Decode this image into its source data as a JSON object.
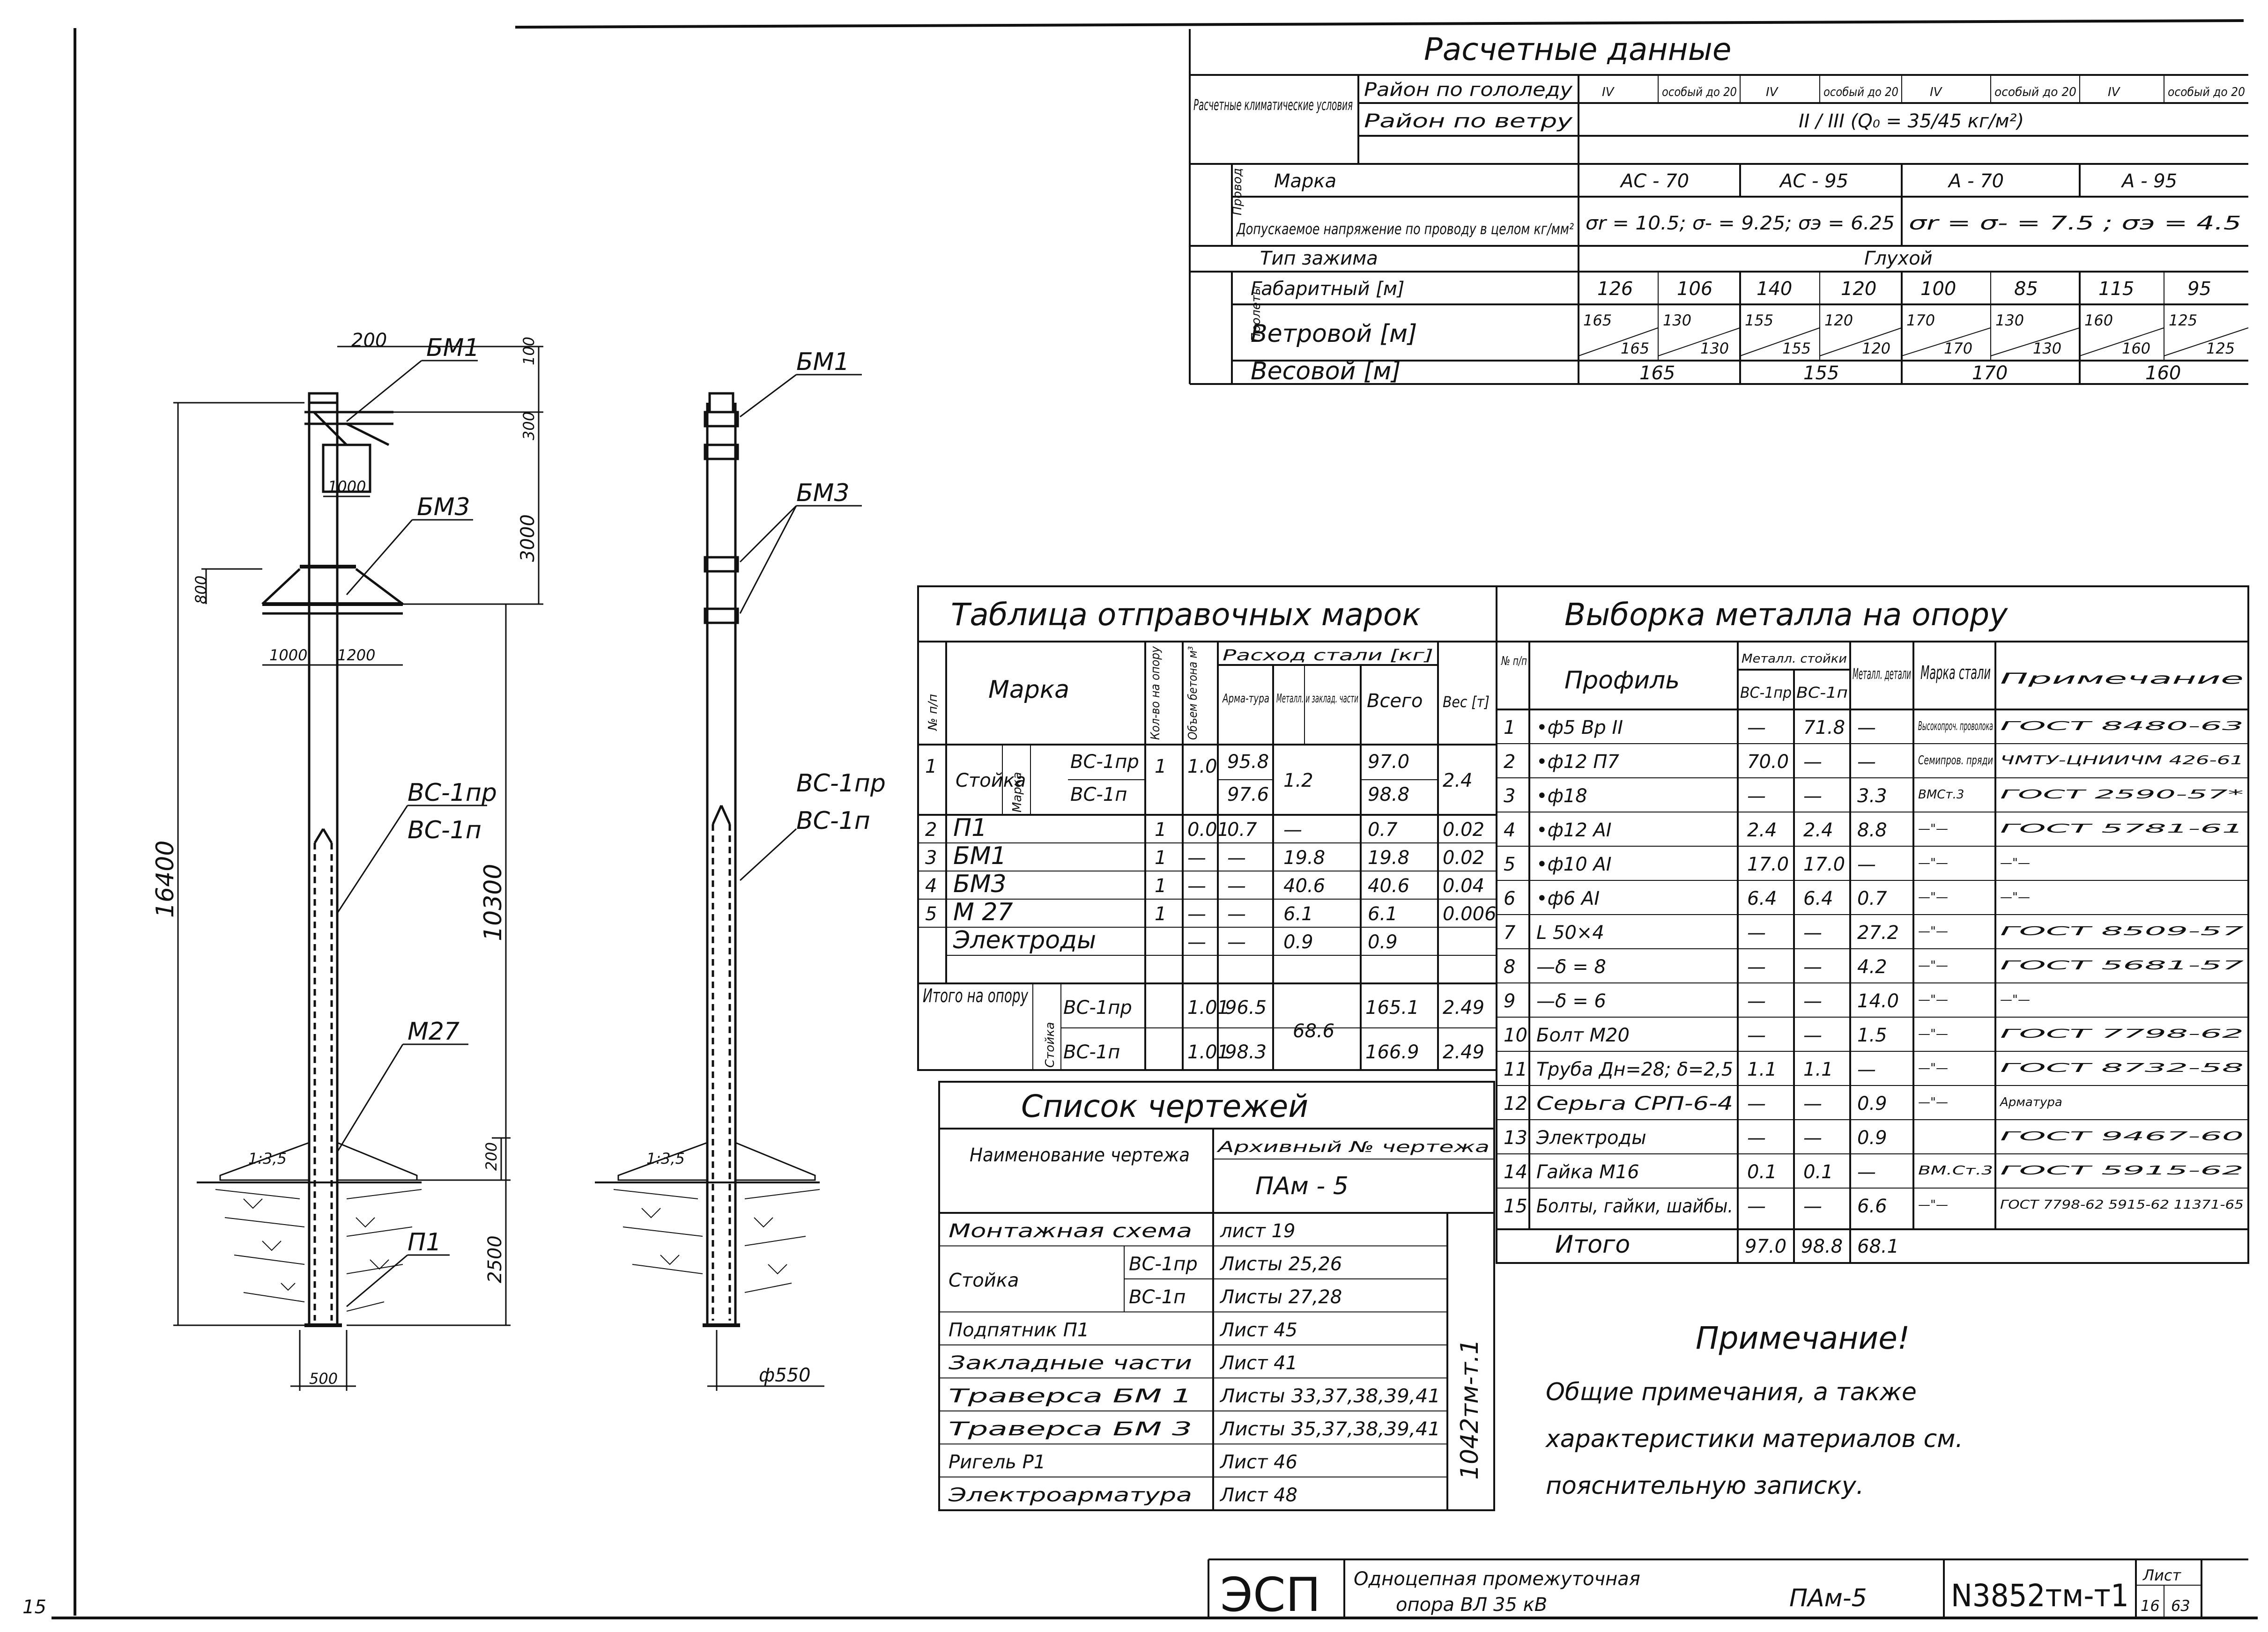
{
  "calc": {
    "title": "Расчетные данные",
    "climatic": "Расчетные климатические условия",
    "ice_region": "Район по гололеду",
    "wind_region": "Район по ветру",
    "ice_cols": [
      "IV",
      "особый до 20",
      "IV",
      "особый до 20",
      "IV",
      "особый до 20",
      "IV",
      "особый до 20"
    ],
    "wind_value": "II / III (Q₀ = 35/45 кг/м²)",
    "wire_section": "Провод",
    "span_section": "Пролеты",
    "brand_label": "Марка",
    "brands": [
      "АС - 70",
      "АС - 95",
      "А - 70",
      "А - 95"
    ],
    "stress_label": "Допускаемое напряжение по проводу в целом кг/мм²",
    "stress_ac": "σr = 10.5; σ- = 9.25; σэ = 6.25",
    "stress_a": "σr = σ- = 7.5 ; σэ = 4.5",
    "clamp_label": "Тип зажима",
    "clamp_value": "Глухой",
    "gab_label": "Габаритный [м]",
    "gab": [
      "126",
      "106",
      "140",
      "120",
      "100",
      "85",
      "115",
      "95"
    ],
    "wind_label": "Ветровой [м]",
    "wind_top": [
      "165",
      "130",
      "155",
      "120",
      "170",
      "130",
      "160",
      "125"
    ],
    "wind_bot": [
      "165",
      "130",
      "155",
      "120",
      "170",
      "130",
      "160",
      "125"
    ],
    "weight_label": "Весовой [м]",
    "weight": [
      "165",
      "155",
      "170",
      "160"
    ]
  },
  "drawing": {
    "labels": {
      "bm1": "БМ1",
      "bm3": "БМ3",
      "p1": "П1",
      "m27": "М27",
      "vc1np": "ВС-1пр",
      "vc1n": "ВС-1п",
      "slope": "1:3,5",
      "diam": "ф550"
    },
    "dims": {
      "d200": "200",
      "d100": "100",
      "d300": "300",
      "d1000a": "1000",
      "d3000": "3000",
      "d800": "800",
      "d1000b": "1000",
      "d1200": "1200",
      "d16400": "16400",
      "d10300": "10300",
      "d200b": "200",
      "d2500": "2500",
      "d500": "500"
    }
  },
  "dispatch": {
    "title": "Таблица отправочных марок",
    "headers": {
      "n": "№ п/п",
      "brand": "Марка",
      "qty": "Кол-во на опору",
      "vol": "Объем бетона м³",
      "steel": "Расход стали [кг]",
      "arm": "Арма-тура",
      "metal": "Металл. и заклад. части",
      "total": "Всего",
      "mass": "Вес [т]"
    },
    "stand": "Стойка",
    "brand_word": "Марка",
    "rows": [
      {
        "n": "1",
        "b": "ВС-1пр",
        "q": "1",
        "v": "1.0",
        "a": "95.8",
        "m": "1.2",
        "t": "97.0",
        "w": "2.4"
      },
      {
        "n": "",
        "b": "ВС-1п",
        "q": "",
        "v": "",
        "a": "97.6",
        "m": "",
        "t": "98.8",
        "w": ""
      },
      {
        "n": "2",
        "b": "П1",
        "q": "1",
        "v": "0.01",
        "a": "0.7",
        "m": "—",
        "t": "0.7",
        "w": "0.02"
      },
      {
        "n": "3",
        "b": "БМ1",
        "q": "1",
        "v": "—",
        "a": "—",
        "m": "19.8",
        "t": "19.8",
        "w": "0.02"
      },
      {
        "n": "4",
        "b": "БМ3",
        "q": "1",
        "v": "—",
        "a": "—",
        "m": "40.6",
        "t": "40.6",
        "w": "0.04"
      },
      {
        "n": "5",
        "b": "М 27",
        "q": "1",
        "v": "—",
        "a": "—",
        "m": "6.1",
        "t": "6.1",
        "w": "0.006"
      },
      {
        "n": "",
        "b": "Электроды",
        "q": "",
        "v": "—",
        "a": "—",
        "m": "0.9",
        "t": "0.9",
        "w": ""
      }
    ],
    "total_label": "Итого на опору",
    "total_stand": "Стойка",
    "totals": [
      {
        "b": "ВС-1пр",
        "v": "1.01",
        "a": "96.5",
        "m": "68.6",
        "t": "165.1",
        "w": "2.49"
      },
      {
        "b": "ВС-1п",
        "v": "1.01",
        "a": "98.3",
        "m": "",
        "t": "166.9",
        "w": "2.49"
      }
    ]
  },
  "metal": {
    "title": "Выборка металла на опору",
    "headers": {
      "n": "№ п/п",
      "profile": "Профиль",
      "stand_metal": "Металл. стойки",
      "vc1np": "ВС-1пр",
      "vc1n": "ВС-1п",
      "metal_parts": "Металл. детали",
      "steel": "Марка стали",
      "note": "Примечание"
    },
    "rows": [
      {
        "n": "1",
        "p": "•ф5 Вр II",
        "a": "—",
        "b": "71.8",
        "c": "—",
        "s": "Высокопроч. проволока",
        "r": "ГОСТ 8480-63"
      },
      {
        "n": "2",
        "p": "•ф12 П7",
        "a": "70.0",
        "b": "—",
        "c": "—",
        "s": "Семипров. пряди",
        "r": "ЧМТУ-ЦНИИЧМ 426-61"
      },
      {
        "n": "3",
        "p": "•ф18",
        "a": "—",
        "b": "—",
        "c": "3.3",
        "s": "ВМСт.3",
        "r": "ГОСТ 2590-57*"
      },
      {
        "n": "4",
        "p": "•ф12 АI",
        "a": "2.4",
        "b": "2.4",
        "c": "8.8",
        "s": "—\"—",
        "r": "ГОСТ 5781-61"
      },
      {
        "n": "5",
        "p": "•ф10 АI",
        "a": "17.0",
        "b": "17.0",
        "c": "—",
        "s": "—\"—",
        "r": "—\"—"
      },
      {
        "n": "6",
        "p": "•ф6 АI",
        "a": "6.4",
        "b": "6.4",
        "c": "0.7",
        "s": "—\"—",
        "r": "—\"—"
      },
      {
        "n": "7",
        "p": "L 50×4",
        "a": "—",
        "b": "—",
        "c": "27.2",
        "s": "—\"—",
        "r": "ГОСТ 8509-57"
      },
      {
        "n": "8",
        "p": "—δ = 8",
        "a": "—",
        "b": "—",
        "c": "4.2",
        "s": "—\"—",
        "r": "ГОСТ 5681-57"
      },
      {
        "n": "9",
        "p": "—δ = 6",
        "a": "—",
        "b": "—",
        "c": "14.0",
        "s": "—\"—",
        "r": "—\"—"
      },
      {
        "n": "10",
        "p": "Болт М20",
        "a": "—",
        "b": "—",
        "c": "1.5",
        "s": "—\"—",
        "r": "ГОСТ 7798-62"
      },
      {
        "n": "11",
        "p": "Труба Дн=28; δ=2,5",
        "a": "1.1",
        "b": "1.1",
        "c": "—",
        "s": "—\"—",
        "r": "ГОСТ 8732-58"
      },
      {
        "n": "12",
        "p": "Серьга СРП-6-4",
        "a": "—",
        "b": "—",
        "c": "0.9",
        "s": "—\"—",
        "r": "Арматура"
      },
      {
        "n": "13",
        "p": "Электроды",
        "a": "—",
        "b": "—",
        "c": "0.9",
        "s": "",
        "r": "ГОСТ 9467-60"
      },
      {
        "n": "14",
        "p": "Гайка М16",
        "a": "0.1",
        "b": "0.1",
        "c": "—",
        "s": "ВМ.Ст.3",
        "r": "ГОСТ 5915-62"
      },
      {
        "n": "15",
        "p": "Болты, гайки, шайбы.",
        "a": "—",
        "b": "—",
        "c": "6.6",
        "s": "—\"—",
        "r": "ГОСТ 7798-62 5915-62 11371-65"
      }
    ],
    "total": {
      "label": "Итого",
      "a": "97.0",
      "b": "98.8",
      "c": "68.1"
    }
  },
  "drawings": {
    "title": "Список чертежей",
    "h_name": "Наименование чертежа",
    "h_arch": "Архивный № чертежа",
    "arch_value": "ПАм - 5",
    "rows": [
      {
        "name": "Монтажная схема",
        "sub": "",
        "sheet": "лист 19"
      },
      {
        "name": "Стойка",
        "sub": "ВС-1пр",
        "sheet": "Листы 25,26"
      },
      {
        "name": "",
        "sub": "ВС-1п",
        "sheet": "Листы 27,28"
      },
      {
        "name": "Подпятник П1",
        "sub": "",
        "sheet": "Лист 45"
      },
      {
        "name": "Закладные части",
        "sub": "",
        "sheet": "Лист 41"
      },
      {
        "name": "Траверса БМ 1",
        "sub": "",
        "sheet": "Листы 33,37,38,39,41"
      },
      {
        "name": "Траверса БМ 3",
        "sub": "",
        "sheet": "Листы 35,37,38,39,41"
      },
      {
        "name": "Ригель Р1",
        "sub": "",
        "sheet": "Лист 46"
      },
      {
        "name": "Электроарматура",
        "sub": "",
        "sheet": "Лист 48"
      }
    ],
    "code": "1042тм-т.1"
  },
  "notes": {
    "title": "Примечание!",
    "lines": [
      "Общие примечания, а также",
      "характеристики материалов см.",
      "пояснительную записку."
    ]
  },
  "stamp": {
    "org": "ЭСП",
    "desc1": "Одноцепная промежуточная",
    "desc2": "опора ВЛ 35 кВ",
    "type": "ПАм-5",
    "number": "N3852тм-т1",
    "sheet_label": "Лист",
    "sheet": "16",
    "total": "63"
  },
  "corner": "15"
}
